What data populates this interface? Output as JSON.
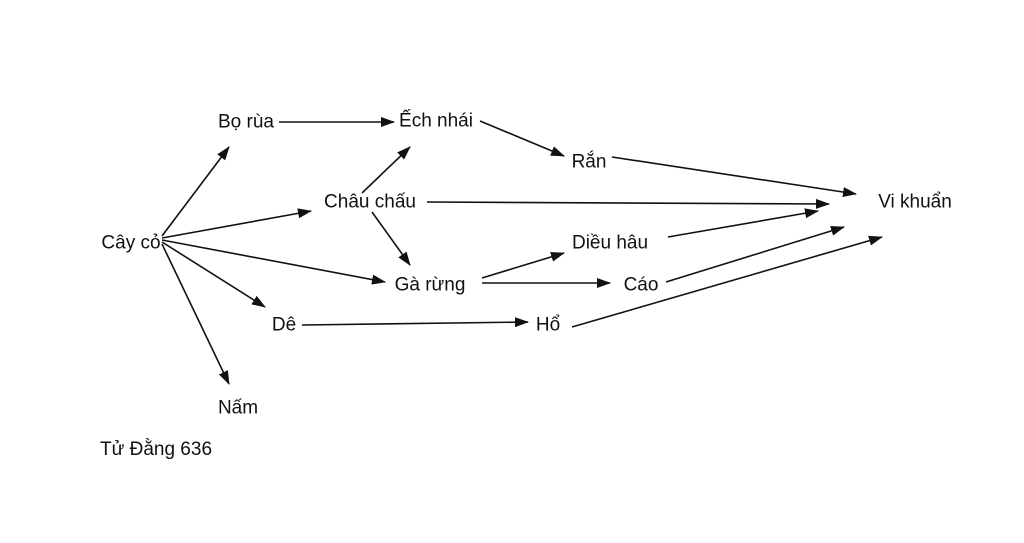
{
  "colors": {
    "text": "#111111",
    "arrow": "#111111",
    "background": "#ffffff"
  },
  "nodes": {
    "cay_co": "Cây cỏ",
    "bo_rua": "Bọ rùa",
    "ech_nhai": "Ếch nhái",
    "ran": "Rắn",
    "chau_chau": "Châu chấu",
    "vi_khuan": "Vi khuẩn",
    "dieu_hau": "Diều hâu",
    "ga_rung": "Gà rừng",
    "cao": "Cáo",
    "de": "Dê",
    "ho": "Hổ",
    "nam": "Nấm"
  },
  "caption": "Tử Đằng 636",
  "edges": [
    [
      "cay_co",
      "bo_rua"
    ],
    [
      "cay_co",
      "chau_chau"
    ],
    [
      "cay_co",
      "ga_rung"
    ],
    [
      "cay_co",
      "de"
    ],
    [
      "cay_co",
      "nam"
    ],
    [
      "bo_rua",
      "ech_nhai"
    ],
    [
      "chau_chau",
      "ech_nhai"
    ],
    [
      "chau_chau",
      "ga_rung"
    ],
    [
      "chau_chau",
      "vi_khuan"
    ],
    [
      "ech_nhai",
      "ran"
    ],
    [
      "ran",
      "vi_khuan"
    ],
    [
      "ga_rung",
      "dieu_hau"
    ],
    [
      "ga_rung",
      "cao"
    ],
    [
      "dieu_hau",
      "vi_khuan"
    ],
    [
      "cao",
      "vi_khuan"
    ],
    [
      "de",
      "ho"
    ],
    [
      "ho",
      "vi_khuan"
    ]
  ]
}
